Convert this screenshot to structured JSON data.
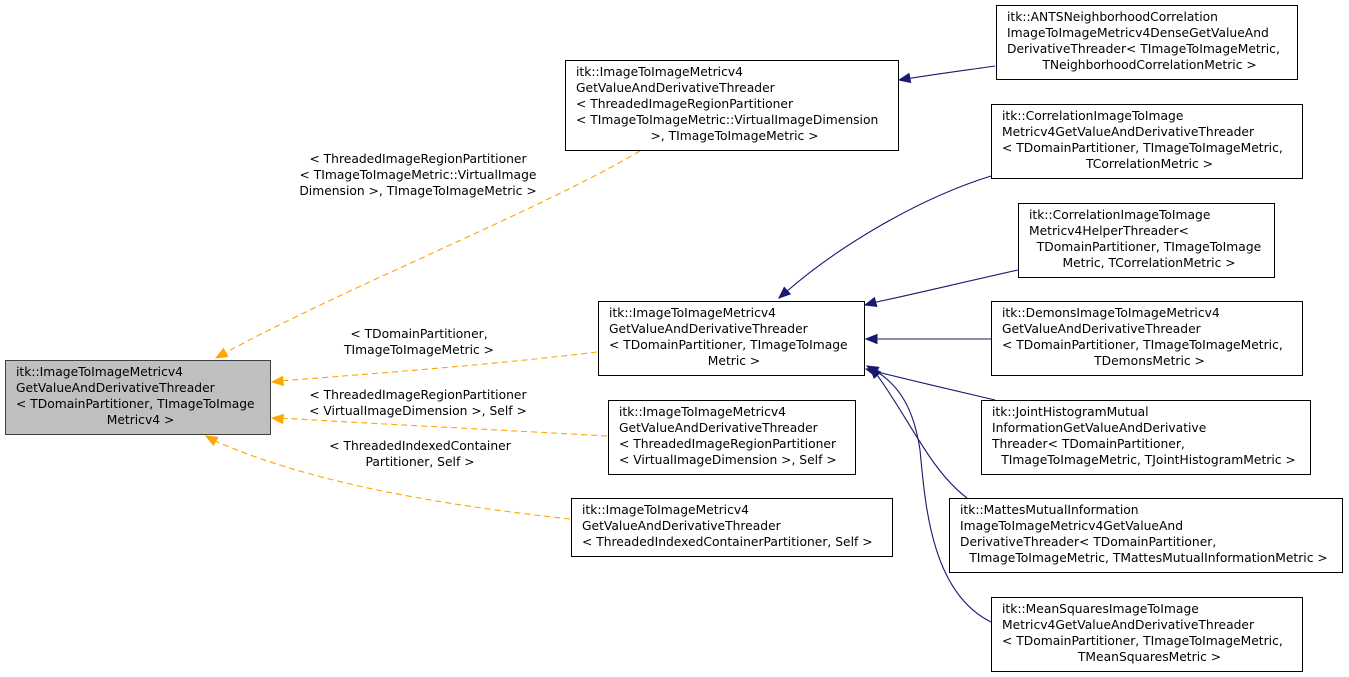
{
  "colors": {
    "inheritance_edge": "#191970",
    "template_edge": "#ffa500",
    "root_fill": "#bfbfbf",
    "node_fill": "#ffffff"
  },
  "nodes": {
    "root": [
      "itk::ImageToImageMetricv4",
      "GetValueAndDerivativeThreader",
      "< TDomainPartitioner, TImageToImage",
      "Metricv4 >"
    ],
    "virtual_image_dimension": [
      "itk::ImageToImageMetricv4",
      "GetValueAndDerivativeThreader",
      "< ThreadedImageRegionPartitioner",
      "< TImageToImageMetric::VirtualImageDimension",
      ">, TImageToImageMetric >"
    ],
    "domain_partitioner": [
      "itk::ImageToImageMetricv4",
      "GetValueAndDerivativeThreader",
      "< TDomainPartitioner, TImageToImage",
      "Metric >"
    ],
    "region_self": [
      "itk::ImageToImageMetricv4",
      "GetValueAndDerivativeThreader",
      "< ThreadedImageRegionPartitioner",
      "< VirtualImageDimension >, Self >"
    ],
    "indexed_self": [
      "itk::ImageToImageMetricv4",
      "GetValueAndDerivativeThreader",
      "< ThreadedIndexedContainerPartitioner, Self >"
    ],
    "ants": [
      "itk::ANTSNeighborhoodCorrelation",
      "ImageToImageMetricv4DenseGetValueAnd",
      "DerivativeThreader< TImageToImageMetric,",
      "TNeighborhoodCorrelationMetric >"
    ],
    "correlation_dense": [
      "itk::CorrelationImageToImage",
      "Metricv4GetValueAndDerivativeThreader",
      "< TDomainPartitioner, TImageToImageMetric,",
      "TCorrelationMetric >"
    ],
    "correlation_helper": [
      "itk::CorrelationImageToImage",
      "Metricv4HelperThreader<",
      "TDomainPartitioner, TImageToImage",
      "Metric, TCorrelationMetric >"
    ],
    "demons": [
      "itk::DemonsImageToImageMetricv4",
      "GetValueAndDerivativeThreader",
      "< TDomainPartitioner, TImageToImageMetric,",
      "TDemonsMetric >"
    ],
    "joint_histogram": [
      "itk::JointHistogramMutual",
      "InformationGetValueAndDerivative",
      "Threader< TDomainPartitioner,",
      "TImageToImageMetric, TJointHistogramMetric >"
    ],
    "mattes": [
      "itk::MattesMutualInformation",
      "ImageToImageMetricv4GetValueAnd",
      "DerivativeThreader< TDomainPartitioner,",
      "TImageToImageMetric, TMattesMutualInformationMetric >"
    ],
    "mean_squares": [
      "itk::MeanSquaresImageToImage",
      "Metricv4GetValueAndDerivativeThreader",
      "< TDomainPartitioner, TImageToImageMetric,",
      "TMeanSquaresMetric >"
    ]
  },
  "edge_labels": {
    "virtual_image_dimension": [
      "< ThreadedImageRegionPartitioner",
      "< TImageToImageMetric::VirtualImage",
      "Dimension >, TImageToImageMetric >"
    ],
    "domain_partitioner": [
      "< TDomainPartitioner,",
      "TImageToImageMetric >"
    ],
    "region_self": [
      "< ThreadedImageRegionPartitioner",
      "< VirtualImageDimension >, Self >"
    ],
    "indexed_self": [
      "< ThreadedIndexedContainer",
      "Partitioner, Self >"
    ]
  }
}
